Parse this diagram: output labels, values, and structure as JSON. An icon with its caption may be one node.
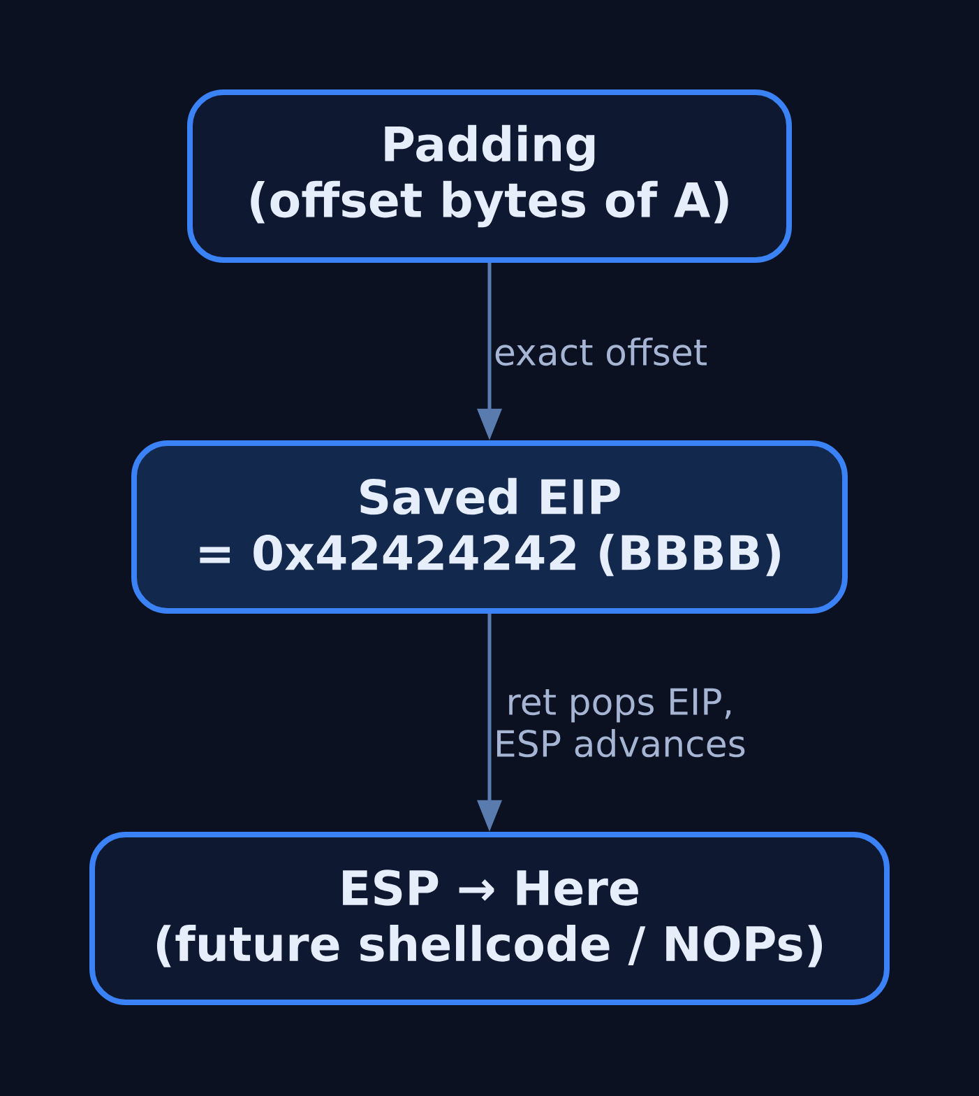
{
  "diagram": {
    "nodes": [
      {
        "text": [
          "Padding",
          "(offset bytes of A)"
        ]
      },
      {
        "text": [
          "Saved EIP",
          "= 0x42424242 (BBBB)"
        ]
      },
      {
        "text": [
          "ESP → Here",
          "(future shellcode / NOPs)"
        ]
      }
    ],
    "edges": [
      {
        "from": 0,
        "to": 1,
        "arrow": "to",
        "label": "exact offset"
      },
      {
        "from": 1,
        "to": 2,
        "arrow": "to",
        "label": "ret pops EIP, ESP advances"
      }
    ]
  }
}
